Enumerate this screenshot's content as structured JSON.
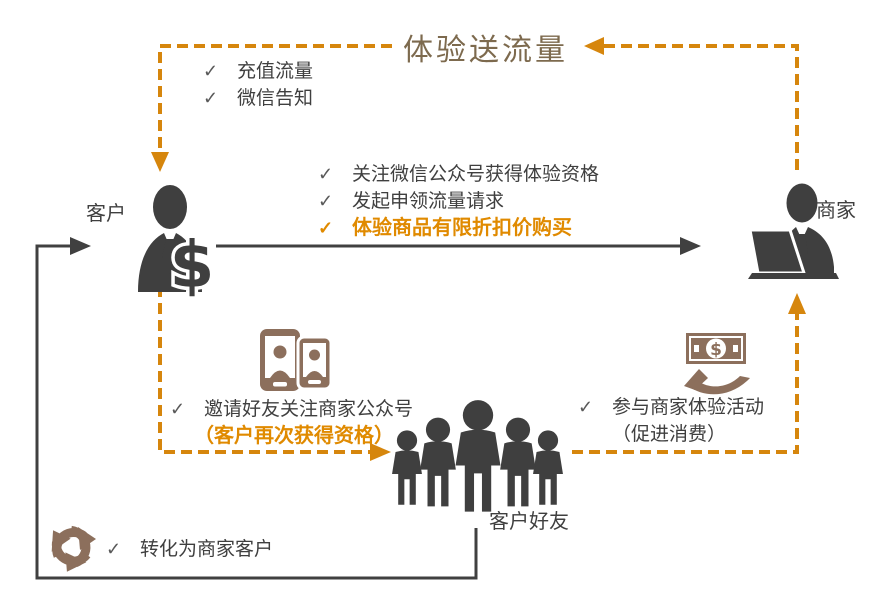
{
  "title": {
    "text": "体验送流量"
  },
  "icons": {
    "check": "✓"
  },
  "colors": {
    "accent_orange": "#D6860D",
    "highlight_orange": "#E08A00",
    "dark_gray": "#3F3F3F",
    "icon_brown": "#8C6F5C",
    "title_brown": "#7D6A4E"
  },
  "actors": {
    "customer_label": "客户",
    "merchant_label": "商家",
    "friends_label": "客户好友"
  },
  "lists": {
    "recharge": {
      "items": [
        "充值流量",
        "微信告知"
      ]
    },
    "qualify": {
      "items": [
        "关注微信公众号获得体验资格",
        "发起申领流量请求",
        "体验商品有限折扣价购买"
      ]
    },
    "invite": {
      "line1": "邀请好友关注商家公众号",
      "line2": "（客户再次获得资格）"
    },
    "participate": {
      "line1": "参与商家体验活动",
      "line2": "（促进消费）"
    },
    "convert": {
      "text": "转化为商家客户"
    }
  }
}
